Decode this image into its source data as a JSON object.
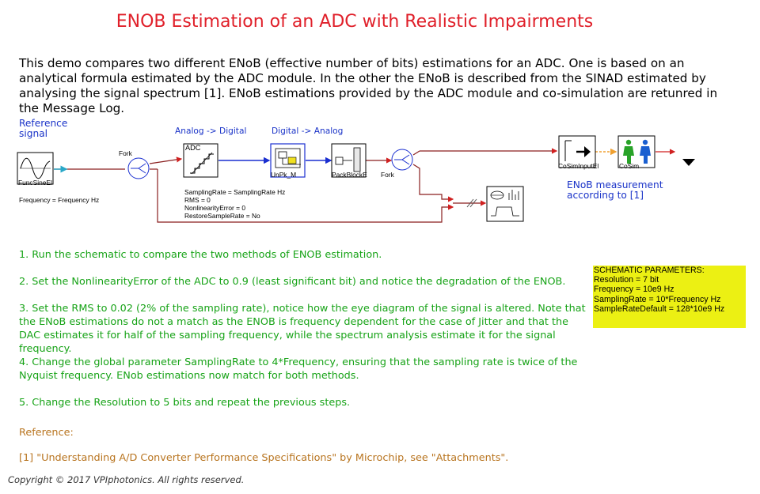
{
  "title": "ENOB Estimation of an ADC with Realistic Impairments",
  "intro": "This demo compares two different ENoB (effective number of bits) estimations for an ADC. One is based on an analytical formula estimated by the ADC module. In the other the ENoB is described from the SINAD estimated by analysing the signal spectrum [1]. ENoB estimations provided by the ADC module and co-simulation are retunred in the Message Log.",
  "schematic": {
    "reference_signal_label_1": "Reference",
    "reference_signal_label_2": "signal",
    "analog_to_digital_label": "Analog -> Digital",
    "digital_to_analog_label": "Digital -> Analog",
    "enob_measurement_label_1": "ENoB measurement",
    "enob_measurement_label_2": "according to [1]",
    "blocks": {
      "func_sine": "FuncSineEl",
      "frequency_param": "Frequency = Frequency Hz",
      "fork1": "Fork",
      "adc_title": "ADC",
      "adc_params": [
        "SamplingRate = SamplingRate Hz",
        "RMS = 0",
        "NonlinearityError = 0",
        "RestoreSampleRate = No"
      ],
      "unpk": "UnPk_M",
      "packblock": "PackBlockE",
      "fork2": "Fork",
      "cosim_input": "CoSimInputEl",
      "cosim": "CoSim"
    }
  },
  "steps": [
    "1. Run the schematic to compare the two methods of ENOB estimation.",
    "2. Set the NonlinearityError of the ADC to 0.9 (least significant bit) and notice the degradation of the ENOB.",
    "3. Set the RMS to 0.02 (2% of the sampling rate), notice how the eye diagram of the signal is altered. Note that the ENoB estimations do not a match as the ENOB is frequency dependent for the case of Jitter and that the DAC estimates it for half of the sampling frequency, while the spectrum analysis estimate it for the signal frequency.",
    "4. Change the global parameter SamplingRate to 4*Frequency, ensuring that the sampling rate is twice of the Nyquist frequency. ENob estimations now match for both methods.",
    "5. Change the Resolution to 5 bits and repeat the previous steps."
  ],
  "parameters": {
    "heading": "SCHEMATIC PARAMETERS:",
    "lines": [
      "Resolution = 7 bit",
      "Frequency = 10e9 Hz",
      "SamplingRate = 10*Frequency Hz",
      "SampleRateDefault = 128*10e9 Hz"
    ]
  },
  "reference": {
    "heading": "Reference:",
    "item": "[1] \"Understanding A/D Converter Performance Specifications\" by Microchip, see \"Attachments\"."
  },
  "copyright": "Copyright © 2017 VPIphotonics. All rights reserved.",
  "colors": {
    "title": "#e0202a",
    "step_text": "#17a317",
    "reference_text": "#b8741f",
    "label_blue": "#1a33c8",
    "param_box": "#ecf013",
    "wire_dark_red": "#8a1f1f",
    "wire_blue": "#1a2fd0",
    "wire_orange": "#f0a030"
  }
}
